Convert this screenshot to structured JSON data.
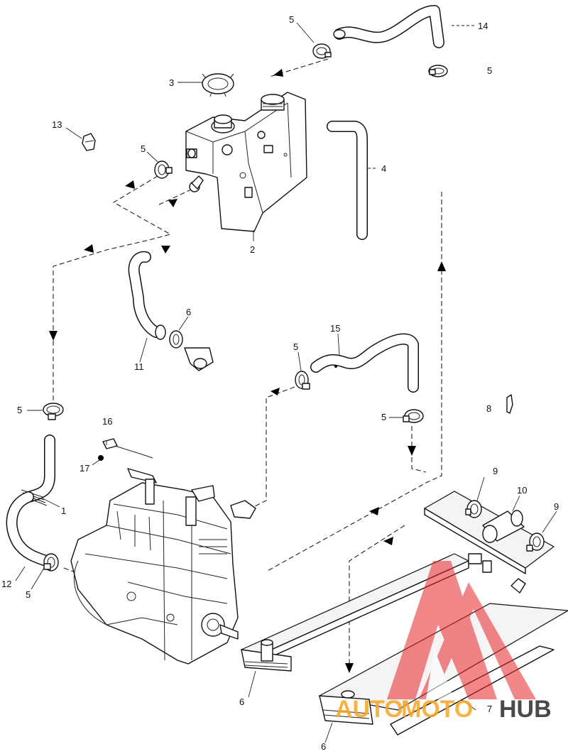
{
  "callouts": {
    "c1": "1",
    "c2": "2",
    "c3": "3",
    "c4": "4",
    "c5a": "5",
    "c5b": "5",
    "c5c": "5",
    "c5d": "5",
    "c5e": "5",
    "c5f": "5",
    "c5g": "5",
    "c6a": "6",
    "c6b": "6",
    "c6c": "6",
    "c7": "7",
    "c8": "8",
    "c9a": "9",
    "c9b": "9",
    "c10": "10",
    "c11": "11",
    "c12": "12",
    "c13": "13",
    "c14": "14",
    "c15": "15",
    "c16": "16",
    "c17": "17"
  },
  "watermark": {
    "text_a": "AUTO",
    "text_b": "MOTO",
    "text_c": "HUB",
    "color_logo": "#e8262a",
    "color_text": "#f5a623",
    "color_text_dark": "#4a4a4a"
  }
}
